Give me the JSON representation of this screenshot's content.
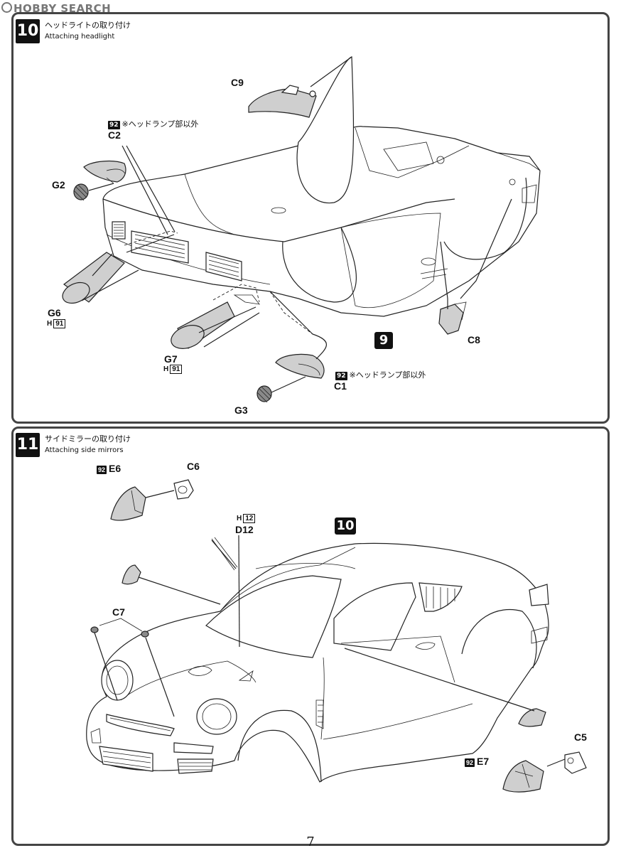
{
  "watermark": "HOBBY SEARCH",
  "page_number": "7",
  "step10": {
    "number": "10",
    "title_jp": "ヘッドライトの取り付け",
    "title_en": "Attaching headlight",
    "labels": {
      "c9": "C9",
      "c2": "C2",
      "g2": "G2",
      "g6": "G6",
      "g6_sub_letter": "H",
      "g6_sub_num": "91",
      "g7": "G7",
      "g7_sub_letter": "H",
      "g7_sub_num": "91",
      "c8": "C8",
      "c1": "C1",
      "g3": "G3"
    },
    "notes": {
      "note_top_badge": "92",
      "note_top": "※ヘッドランプ部以外",
      "note_bottom_badge": "92",
      "note_bottom": "※ヘッドランプ部以外"
    },
    "ref_step": "9"
  },
  "step11": {
    "number": "11",
    "title_jp": "サイドミラーの取り付け",
    "title_en": "Attaching side mirrors",
    "labels": {
      "e6_badge": "92",
      "e6": "E6",
      "c6": "C6",
      "h12_letter": "H",
      "h12_num": "12",
      "d12": "D12",
      "c7": "C7",
      "c5": "C5",
      "e7_badge": "92",
      "e7": "E7"
    },
    "ref_step": "10"
  }
}
